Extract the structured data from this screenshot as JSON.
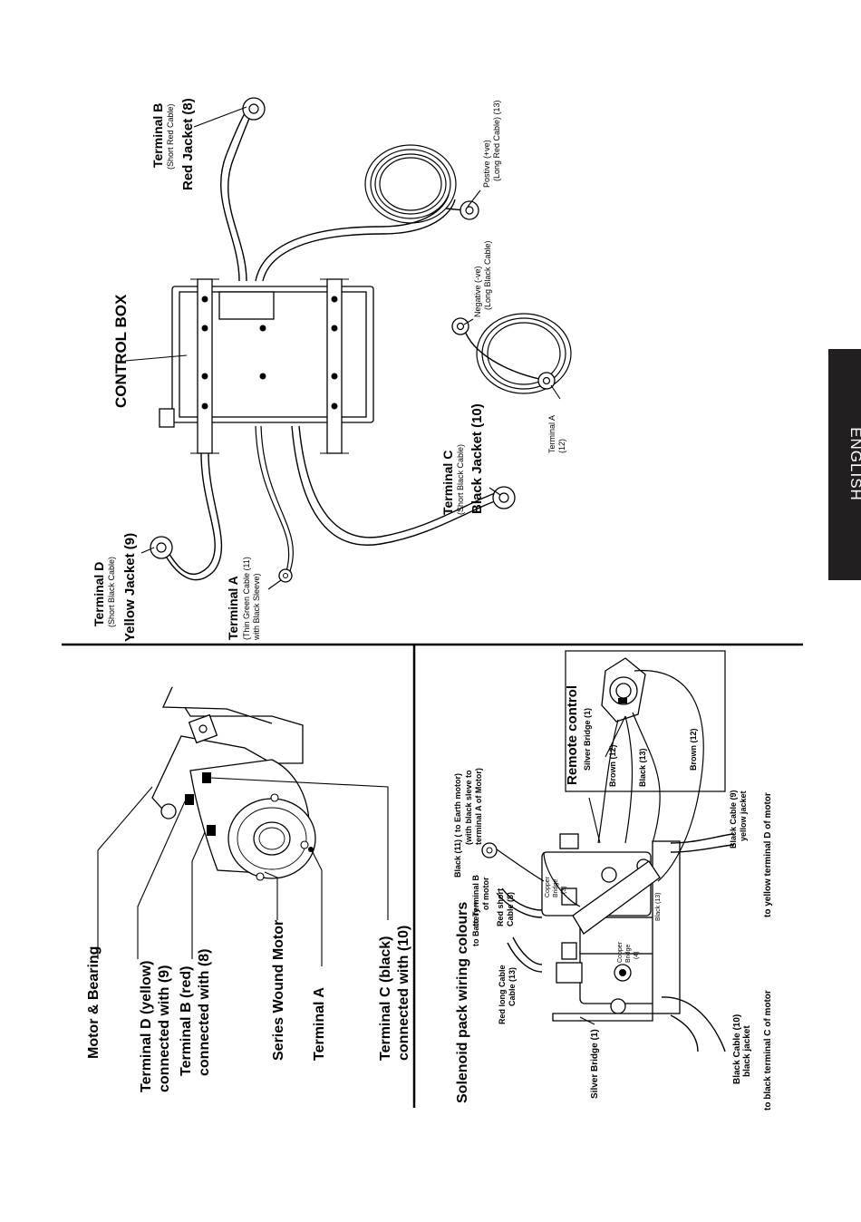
{
  "tab": {
    "label": "ENGLISH"
  },
  "control_box_panel": {
    "title": "CONTROL BOX",
    "terminal_b": {
      "title": "Terminal B",
      "sub": "(Short Red Cable)",
      "jacket": "Red Jacket (8)"
    },
    "positive": {
      "line1": "Postive (+ve)",
      "line2": "(Long Red Cable) (13)"
    },
    "negative": {
      "line1": "Negative (-ve)",
      "line2": "(Long Black Cable)"
    },
    "terminal_a_12": {
      "line1": "Terminal A",
      "line2": "(12)"
    },
    "terminal_c": {
      "title": "Terminal C",
      "sub": "(Short Black Cable)",
      "jacket": "Black Jacket (10)"
    },
    "terminal_d": {
      "title": "Terminal D",
      "sub": "(Short Black Cable)",
      "jacket": "Yellow Jacket (9)"
    },
    "terminal_a_green": {
      "title": "Terminal A",
      "sub1": "(Thin Green Cable (11)",
      "sub2": "with Black Sleeve)"
    }
  },
  "motor_panel": {
    "motor_bearing": "Motor & Bearing",
    "terminal_d": {
      "line1": "Terminal D (yellow)",
      "line2": "connected with (9)"
    },
    "terminal_b": {
      "line1": "Terminal B (red)",
      "line2": "connected with (8)"
    },
    "series_motor": "Series Wound Motor",
    "terminal_a": "Terminal A",
    "terminal_c": {
      "line1": "Terminal C (black)",
      "line2": "connected with (10)"
    }
  },
  "solenoid_panel": {
    "title": "Solenoid pack wiring colours",
    "silver_bridge_1": "Silver Bridge (1)",
    "black_cable_10": {
      "line1": "Black Cable (10)",
      "line2": "black jacket"
    },
    "to_black_c": "to black terminal C of motor",
    "red_long": {
      "line1": "Red long Cable",
      "line2": "Cable (13)"
    },
    "to_battery": "to Battery +",
    "red_short": {
      "line1": "Red short",
      "line2": "Cable (8)"
    },
    "to_terminal_b": {
      "line1": "to Terminal B",
      "line2": "of motor"
    },
    "black_11": {
      "line1": "Black (11) ( to Earth motor)",
      "line2": "(with black sleve to",
      "line3": "terminal A of Motor)"
    },
    "copper_bridge_4": {
      "line1": "Copper",
      "line2": "Bridge",
      "line3": "(4)"
    },
    "copper_bridge_3": {
      "line1": "Copper",
      "line2": "Bridge",
      "line3": "(3)"
    },
    "black_13_small": "Black (13)",
    "black_cable_9": {
      "line1": "Black Cable (9)",
      "line2": "yellow jacket"
    },
    "to_yellow_d": "to yellow terminal D of motor",
    "remote": {
      "title": "Remote control",
      "silver_bridge": "Silver Bridge (1)",
      "brown_12": "Brown (12)",
      "black_13": "Black (13)",
      "brown_12b": "Brown (12)"
    }
  }
}
